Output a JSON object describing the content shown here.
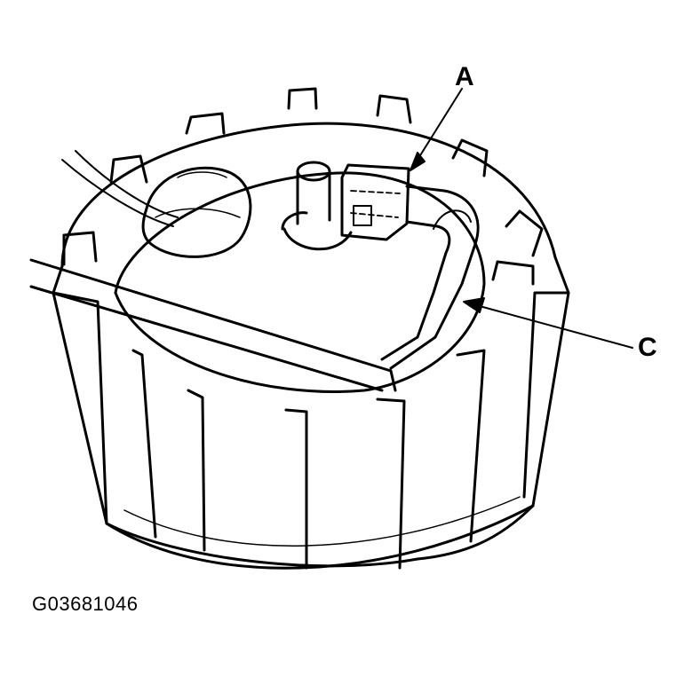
{
  "callouts": {
    "a": "A",
    "c": "C"
  },
  "figure_code": "G03681046",
  "colors": {
    "line": "#000000",
    "background": "#ffffff"
  }
}
